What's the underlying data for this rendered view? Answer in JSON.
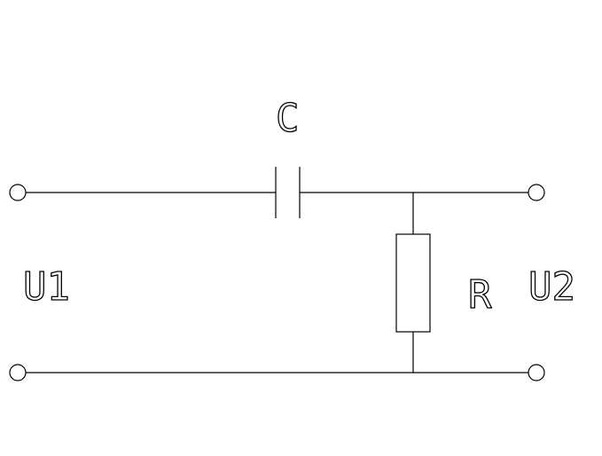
{
  "diagram": {
    "labels": {
      "capacitor": "C",
      "resistor": "R",
      "input_voltage": "U1",
      "output_voltage": "U2"
    },
    "colors": {
      "line": "#000000",
      "background": "#ffffff"
    }
  }
}
